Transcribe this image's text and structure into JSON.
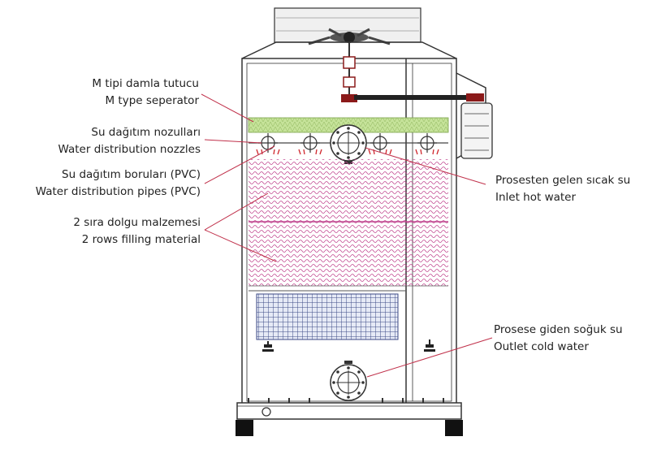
{
  "labels": {
    "separator": {
      "tr": "M tipi damla tutucu",
      "en": "M type seperator"
    },
    "nozzles": {
      "tr": "Su dağıtım nozulları",
      "en": "Water distribution nozzles"
    },
    "pipes": {
      "tr": "Su dağıtım boruları (PVC)",
      "en": "Water distribution pipes (PVC)"
    },
    "filling": {
      "tr": "2 sıra dolgu malzemesi",
      "en": "2 rows filling material"
    },
    "inlet": {
      "tr": "Prosesten gelen sıcak su",
      "en": "Inlet hot water"
    },
    "outlet": {
      "tr": "Prosese giden soğuk su",
      "en": "Outlet cold water"
    }
  },
  "colors": {
    "separator_fill": "#c6e39a",
    "fill_media": "#c0448e",
    "basin_grid": "#3c4a86",
    "drive_belt": "#8b1a1a",
    "spray": "#d0282e",
    "leader": "#c0304a",
    "frame": "#333333"
  },
  "icons": [
    "fan-icon",
    "motor-icon",
    "nozzle-icon",
    "flange-icon",
    "level-switch-icon"
  ]
}
